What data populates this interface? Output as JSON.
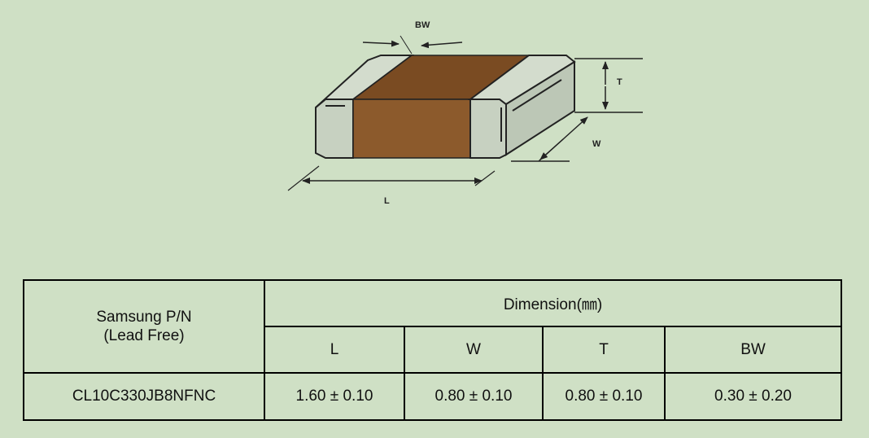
{
  "diagram": {
    "labels": {
      "bw": "BW",
      "t": "T",
      "w": "W",
      "l": "L"
    },
    "colors": {
      "body": "#8c5a2c",
      "body_top": "#7a4b22",
      "terminal": "#c7d1c1",
      "line": "#222222"
    }
  },
  "table": {
    "pn_header_line1": "Samsung P/N",
    "pn_header_line2": "(Lead Free)",
    "dimension_header": "Dimension(㎜)",
    "columns": [
      "L",
      "W",
      "T",
      "BW"
    ],
    "rows": [
      {
        "part_number": "CL10C330JB8NFNC",
        "values": [
          "1.60 ± 0.10",
          "0.80 ± 0.10",
          "0.80 ± 0.10",
          "0.30 ± 0.20"
        ]
      }
    ]
  }
}
